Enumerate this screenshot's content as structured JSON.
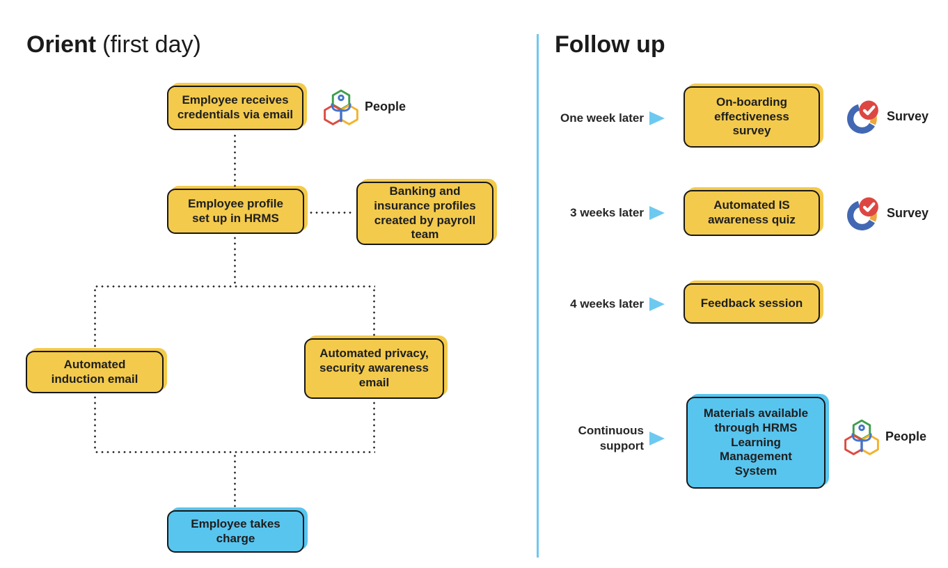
{
  "section_left": {
    "title": "Orient",
    "title_note": "(first day)",
    "nodes": {
      "credentials": "Employee receives\ncredentials via email",
      "profile": "Employee profile\nset up in HRMS",
      "banking": "Banking and\ninsurance profiles\ncreated by payroll\nteam",
      "induction": "Automated\ninduction email",
      "privacy": "Automated privacy,\nsecurity awareness\nemail",
      "charge": "Employee takes\ncharge"
    },
    "app_badge": {
      "icon": "people-icon",
      "label": "People"
    }
  },
  "section_right": {
    "title": "Follow up",
    "rows": [
      {
        "timeline": "One week later",
        "node": "On-boarding\neffectiveness\nsurvey",
        "badge": {
          "icon": "survey-icon",
          "label": "Survey"
        }
      },
      {
        "timeline": "3 weeks later",
        "node": "Automated IS\nawareness quiz",
        "badge": {
          "icon": "survey-icon",
          "label": "Survey"
        }
      },
      {
        "timeline": "4 weeks later",
        "node": "Feedback session"
      },
      {
        "timeline": "Continuous\nsupport",
        "node": "Materials available\nthrough HRMS\nLearning\nManagement\nSystem",
        "badge": {
          "icon": "people-icon",
          "label": "People"
        }
      }
    ]
  },
  "colors": {
    "node_yellow": "#F3CA4C",
    "node_blue": "#58C5EF",
    "accent_blue": "#6EC9F0",
    "outline_black": "#161616",
    "text": "#1E1E1E",
    "people_logo_green": "#3E9E4D",
    "people_logo_red": "#DC4C3F",
    "people_logo_yellow": "#F2B32C",
    "people_logo_blue": "#4374C9",
    "survey_logo_blue": "#4268B3",
    "survey_logo_orange": "#EBA83E",
    "survey_logo_red": "#DD4742"
  }
}
